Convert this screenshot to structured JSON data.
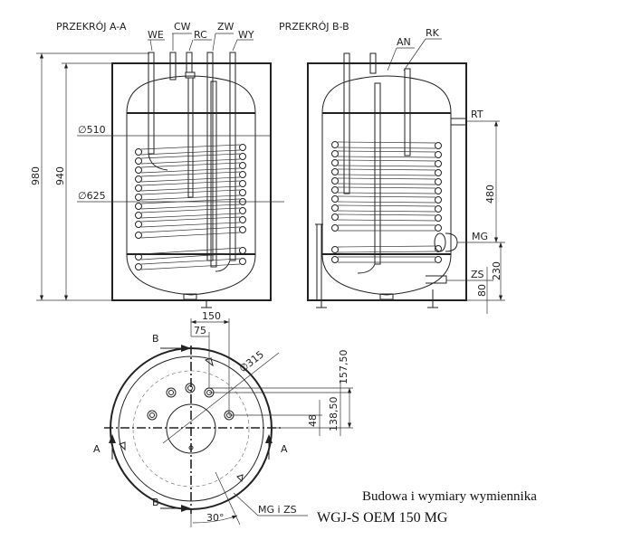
{
  "section_aa": {
    "title": "PRZEKRÓJ A-A",
    "labels": [
      "WE",
      "CW",
      "RC",
      "ZW",
      "WY"
    ],
    "dim_height_total": "980",
    "dim_height_body": "940",
    "dim_d510": "510",
    "dim_d625": "625"
  },
  "section_bb": {
    "title": "PRZEKRÓJ B-B",
    "labels": {
      "an": "AN",
      "rk": "RK",
      "rt": "RT",
      "mg": "MG",
      "zs": "ZS"
    },
    "dim_480": "480",
    "dim_230": "230",
    "dim_80": "80"
  },
  "top_view": {
    "dim_150": "150",
    "dim_75": "75",
    "dim_d315": "315",
    "dim_157": "157,50",
    "dim_138": "138,50",
    "dim_48": "48",
    "angle": "30°",
    "mg_zs": "MG i ZS",
    "section_a": "A",
    "section_b": "B"
  },
  "caption": {
    "line1": "Budowa i wymiary wymiennika",
    "line2": "WGJ-S OEM 150 MG"
  }
}
